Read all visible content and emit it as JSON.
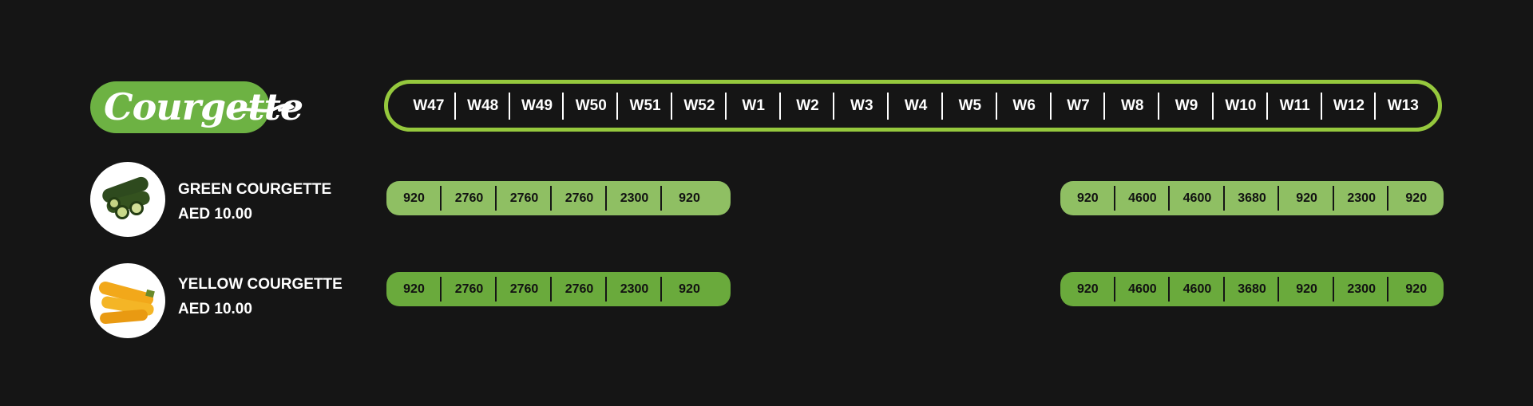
{
  "brand": {
    "title": "Courgette",
    "color": "#6db243",
    "accent": "#95c83d"
  },
  "weeks": [
    "W47",
    "W48",
    "W49",
    "W50",
    "W51",
    "W52",
    "W1",
    "W2",
    "W3",
    "W4",
    "W5",
    "W6",
    "W7",
    "W8",
    "W9",
    "W10",
    "W11",
    "W12",
    "W13"
  ],
  "products": [
    {
      "name": "GREEN COURGETTE",
      "price": "AED 10.00",
      "icon": "green-courgette-icon",
      "bar_color": "#8fbf63",
      "segment1": [
        "920",
        "2760",
        "2760",
        "2760",
        "2300",
        "920"
      ],
      "segment2": [
        "920",
        "4600",
        "4600",
        "3680",
        "920",
        "2300",
        "920"
      ]
    },
    {
      "name": "YELLOW COURGETTE",
      "price": "AED 10.00",
      "icon": "yellow-courgette-icon",
      "bar_color": "#6aaa3c",
      "segment1": [
        "920",
        "2760",
        "2760",
        "2760",
        "2300",
        "920"
      ],
      "segment2": [
        "920",
        "4600",
        "4600",
        "3680",
        "920",
        "2300",
        "920"
      ]
    }
  ]
}
